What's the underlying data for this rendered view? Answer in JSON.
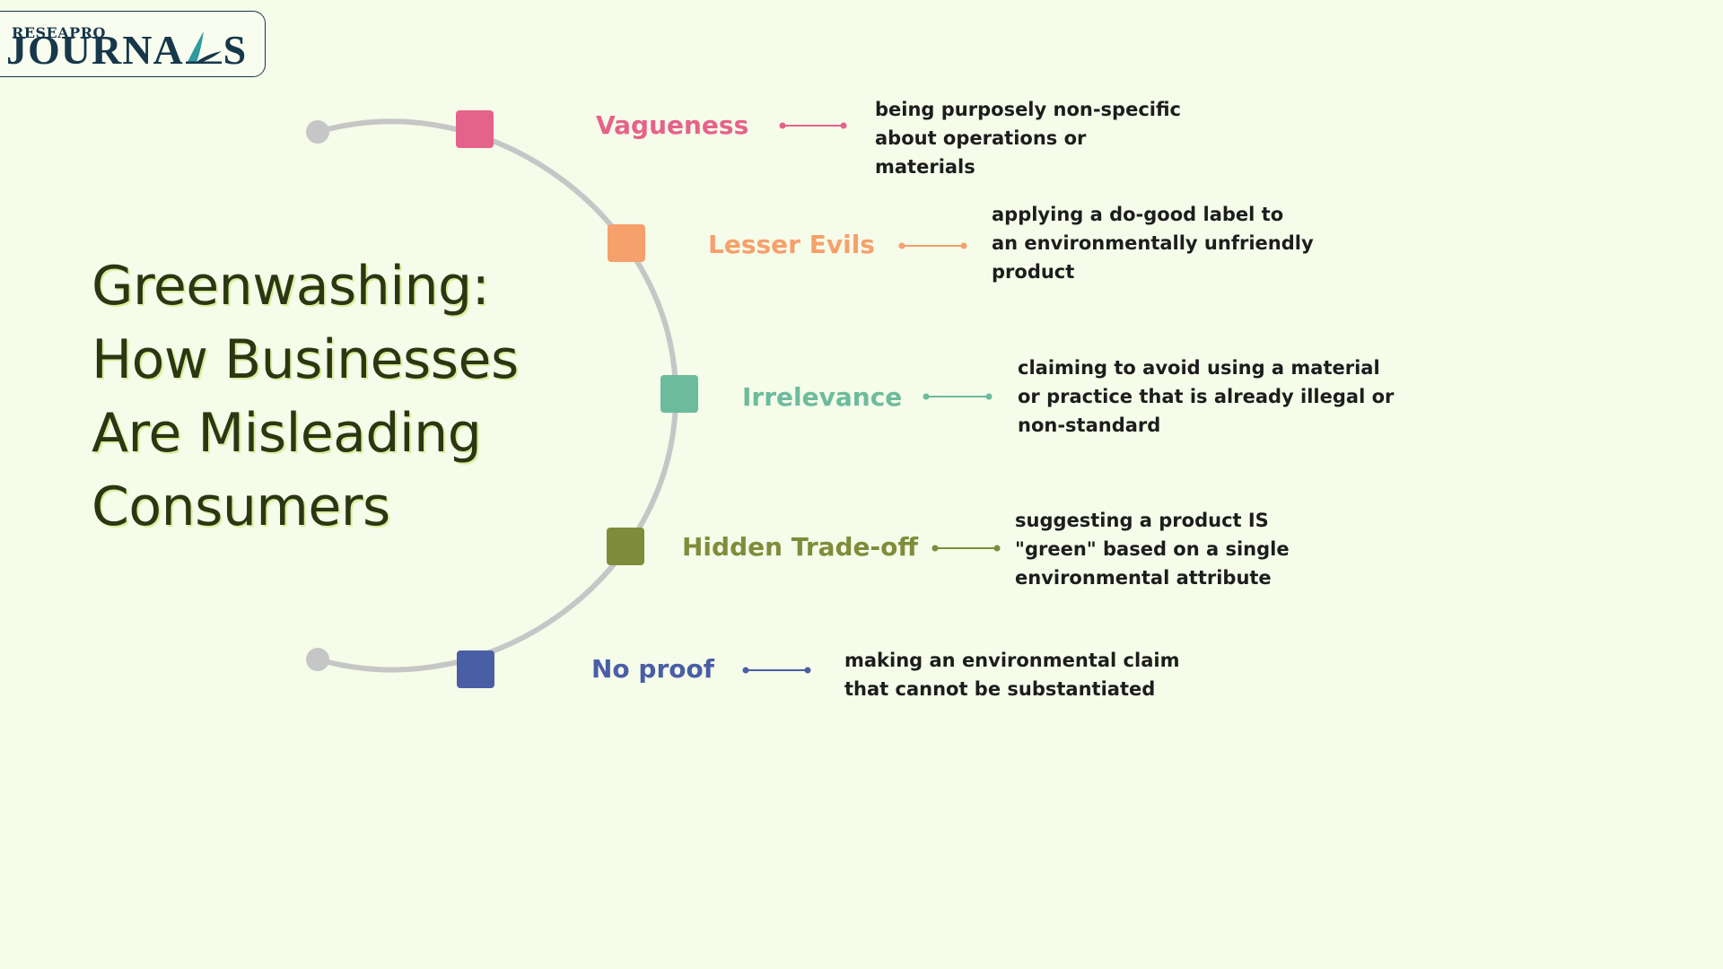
{
  "logo": {
    "line1": "RESEAPRO",
    "line2_part1": "JOURNA",
    "line2_part2": "S"
  },
  "title": {
    "line1": "Greenwashing:",
    "line2": "How Businesses",
    "line3": "Are Misleading",
    "line4": "Consumers"
  },
  "arc_color": "#c6c6c6",
  "items": [
    {
      "label": "Vagueness",
      "desc": "being purposely non-specific about operations or materials",
      "color": "#e5628a"
    },
    {
      "label": "Lesser Evils",
      "desc": "applying a do-good label to an environmentally unfriendly product",
      "color": "#f6a06b"
    },
    {
      "label": "Irrelevance",
      "desc": "claiming to avoid using a material or practice that is already illegal or non-standard",
      "color": "#6dbb9d"
    },
    {
      "label": "Hidden Trade-off",
      "desc": "suggesting a product IS \"green\" based on a single environmental attribute",
      "color": "#7f8c3a"
    },
    {
      "label": "No proof",
      "desc": "making an environmental claim that cannot be substantiated",
      "color": "#4a5ea6"
    }
  ]
}
